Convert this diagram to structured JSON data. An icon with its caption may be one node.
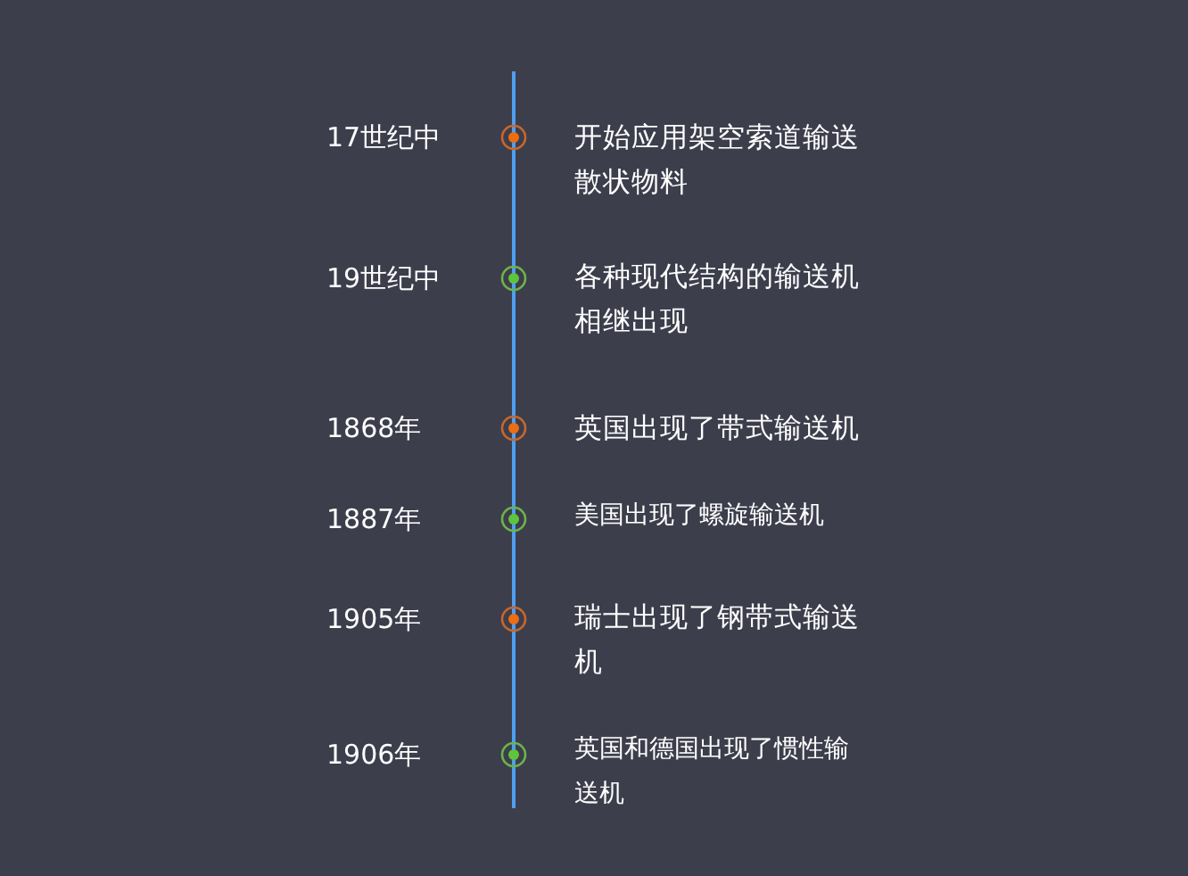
{
  "diagram": {
    "nodes": [
      {
        "text": [],
        "shape": "circle",
        "beside": [
          "17世纪中",
          "开始应用架空索道输送散状物料"
        ]
      },
      {
        "text": [],
        "shape": "circle",
        "beside": [
          "19世纪中",
          "各种现代结构的输送机相继出现"
        ]
      },
      {
        "text": [],
        "shape": "circle",
        "beside": [
          "1868年",
          "英国出现了带式输送机"
        ]
      },
      {
        "text": [],
        "shape": "circle",
        "beside": [
          "1887年",
          "美国出现了螺旋输送机"
        ]
      },
      {
        "text": [],
        "shape": "circle",
        "beside": [
          "1905年",
          "瑞士出现了钢带式输送机"
        ]
      },
      {
        "text": [],
        "shape": "circle",
        "beside": [
          "1906年",
          "英国和德国出现了惯性输送机"
        ]
      }
    ]
  }
}
